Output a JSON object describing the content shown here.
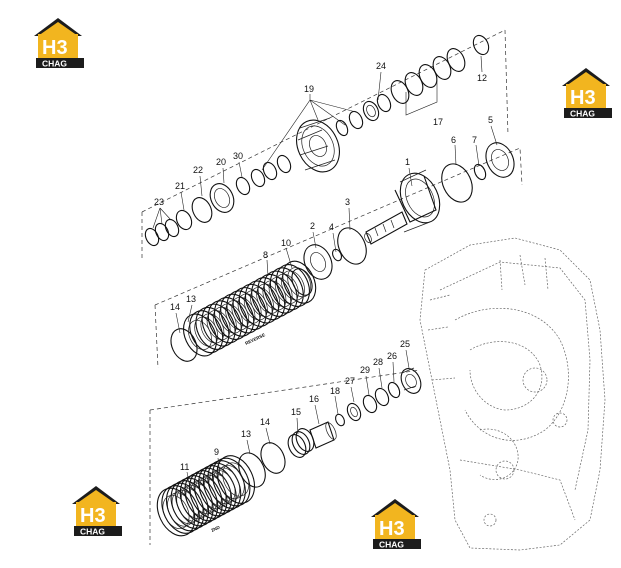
{
  "brand": {
    "logo_text": "H3",
    "logo_subtext": "CHAG",
    "color_gold": "#f2b51f",
    "color_dark": "#1c1c1c"
  },
  "callouts": [
    "1",
    "2",
    "3",
    "4",
    "5",
    "6",
    "7",
    "8",
    "9",
    "10",
    "11",
    "12",
    "13",
    "14",
    "15",
    "16",
    "17",
    "18",
    "19",
    "20",
    "21",
    "22",
    "23",
    "24",
    "25",
    "26",
    "27",
    "28",
    "29",
    "30"
  ],
  "stamps": {
    "reverse": "REVERSE",
    "second": "2ND"
  }
}
